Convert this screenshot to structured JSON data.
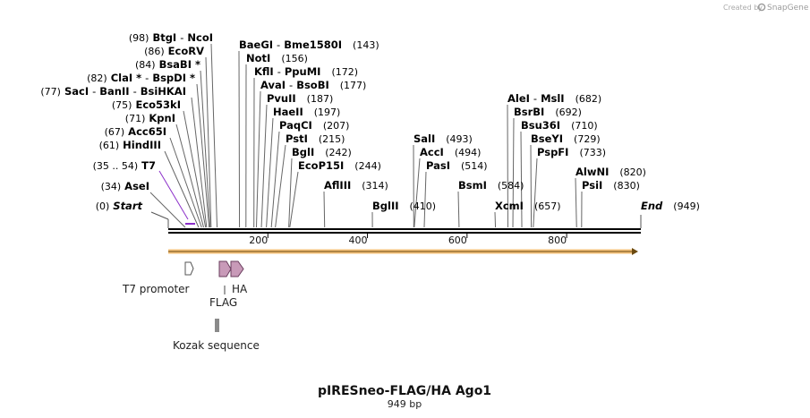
{
  "credit": {
    "prefix": "Created by",
    "brand": "SnapGene"
  },
  "sequence": {
    "name": "pIRESneo-FLAG/HA Ago1",
    "length_label": "949 bp",
    "length": 949
  },
  "ruler": {
    "ticks": [
      "200",
      "400",
      "600",
      "800"
    ]
  },
  "colors": {
    "primer": "#8b2fc9",
    "orf": "#e8a33a",
    "tag": "#c89ab8",
    "kozak": "#8a8a8a"
  },
  "labels": [
    {
      "pos": "(98)",
      "parts": [
        "BtgI",
        "-",
        "NcoI"
      ]
    },
    {
      "pos": "(86)",
      "parts": [
        "EcoRV"
      ]
    },
    {
      "pos": "(84)",
      "parts": [
        "BsaBI *"
      ]
    },
    {
      "pos": "(82)",
      "parts": [
        "ClaI *",
        "-",
        "BspDI *"
      ]
    },
    {
      "pos": "(77)",
      "parts": [
        "SacI",
        "-",
        "BanII",
        "-",
        "BsiHKAI"
      ]
    },
    {
      "pos": "(75)",
      "parts": [
        "Eco53kI"
      ]
    },
    {
      "pos": "(71)",
      "parts": [
        "KpnI"
      ]
    },
    {
      "pos": "(67)",
      "parts": [
        "Acc65I"
      ]
    },
    {
      "pos": "(61)",
      "parts": [
        "HindIII"
      ]
    },
    {
      "pos": "(35 .. 54)",
      "parts": [
        "T7"
      ],
      "primer": true
    },
    {
      "pos": "(34)",
      "parts": [
        "AseI"
      ]
    },
    {
      "pos": "(0)",
      "parts": [
        "Start"
      ],
      "italic": true
    },
    {
      "pos": "(143)",
      "parts": [
        "BaeGI",
        "-",
        "Bme1580I"
      ]
    },
    {
      "pos": "(156)",
      "parts": [
        "NotI"
      ]
    },
    {
      "pos": "(172)",
      "parts": [
        "KflI",
        "-",
        "PpuMI"
      ]
    },
    {
      "pos": "(177)",
      "parts": [
        "AvaI",
        "-",
        "BsoBI"
      ]
    },
    {
      "pos": "(187)",
      "parts": [
        "PvuII"
      ]
    },
    {
      "pos": "(197)",
      "parts": [
        "HaeII"
      ]
    },
    {
      "pos": "(207)",
      "parts": [
        "PaqCI"
      ]
    },
    {
      "pos": "(215)",
      "parts": [
        "PstI"
      ]
    },
    {
      "pos": "(242)",
      "parts": [
        "BglI"
      ]
    },
    {
      "pos": "(244)",
      "parts": [
        "EcoP15I"
      ]
    },
    {
      "pos": "(314)",
      "parts": [
        "AflIII"
      ]
    },
    {
      "pos": "(410)",
      "parts": [
        "BglII"
      ]
    },
    {
      "pos": "(493)",
      "parts": [
        "SalI"
      ]
    },
    {
      "pos": "(494)",
      "parts": [
        "AccI"
      ]
    },
    {
      "pos": "(514)",
      "parts": [
        "PasI"
      ]
    },
    {
      "pos": "(584)",
      "parts": [
        "BsmI"
      ]
    },
    {
      "pos": "(657)",
      "parts": [
        "XcmI"
      ]
    },
    {
      "pos": "(682)",
      "parts": [
        "AleI",
        "-",
        "MslI"
      ]
    },
    {
      "pos": "(692)",
      "parts": [
        "BsrBI"
      ]
    },
    {
      "pos": "(710)",
      "parts": [
        "Bsu36I"
      ]
    },
    {
      "pos": "(729)",
      "parts": [
        "BseYI"
      ]
    },
    {
      "pos": "(733)",
      "parts": [
        "PspFI"
      ]
    },
    {
      "pos": "(820)",
      "parts": [
        "AlwNI"
      ]
    },
    {
      "pos": "(830)",
      "parts": [
        "PsiI"
      ]
    },
    {
      "pos": "(949)",
      "parts": [
        "End"
      ],
      "italic": true
    }
  ],
  "features": [
    {
      "name": "T7 promoter",
      "type": "promoter"
    },
    {
      "name": "FLAG",
      "type": "tag"
    },
    {
      "name": "HA",
      "type": "tag"
    },
    {
      "name": "Kozak sequence",
      "type": "kozak"
    }
  ]
}
